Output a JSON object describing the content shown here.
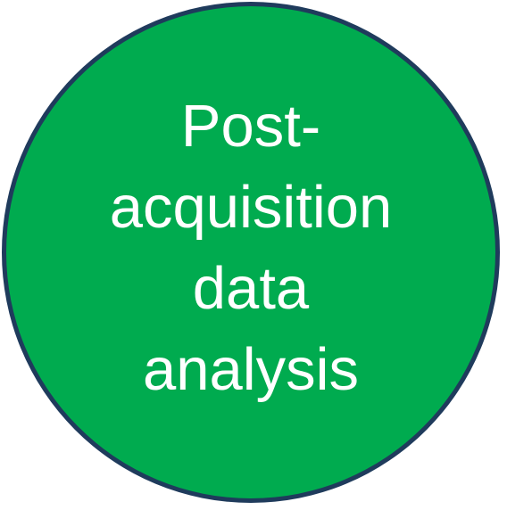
{
  "node": {
    "lines": [
      "Post-",
      "acquisition",
      "data",
      "analysis"
    ],
    "fill_color": "#00ab4f",
    "border_color": "#1f3b5c",
    "text_color": "#ffffff"
  }
}
